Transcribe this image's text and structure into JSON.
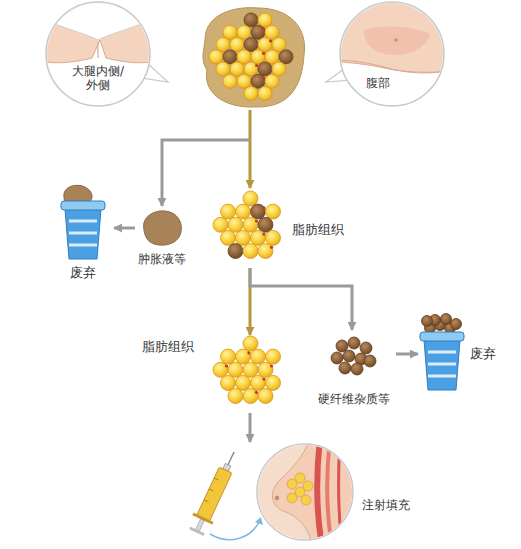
{
  "diagram": {
    "nodes": [
      {
        "text": [
          "大腿内侧/外侧"
        ]
      },
      {
        "text": [
          "腹部"
        ]
      },
      {
        "text": [
          "废弃"
        ]
      },
      {
        "text": [
          "肿胀液等"
        ]
      },
      {
        "text": [
          "脂肪组织"
        ]
      },
      {
        "text": [
          "脂肪组织"
        ]
      },
      {
        "text": [
          "硬纤维杂质等"
        ]
      },
      {
        "text": [
          "废弃"
        ]
      },
      {
        "text": [
          "注射填充"
        ]
      }
    ],
    "edges": [
      {
        "from": 3,
        "to": 2,
        "arrow": "to"
      },
      {
        "from": 4,
        "to": 5,
        "arrow": "to"
      },
      {
        "from": 4,
        "to": 6,
        "arrow": "to"
      },
      {
        "from": 6,
        "to": 7,
        "arrow": "to"
      },
      {
        "from": 5,
        "to": 8,
        "arrow": "to"
      }
    ]
  }
}
